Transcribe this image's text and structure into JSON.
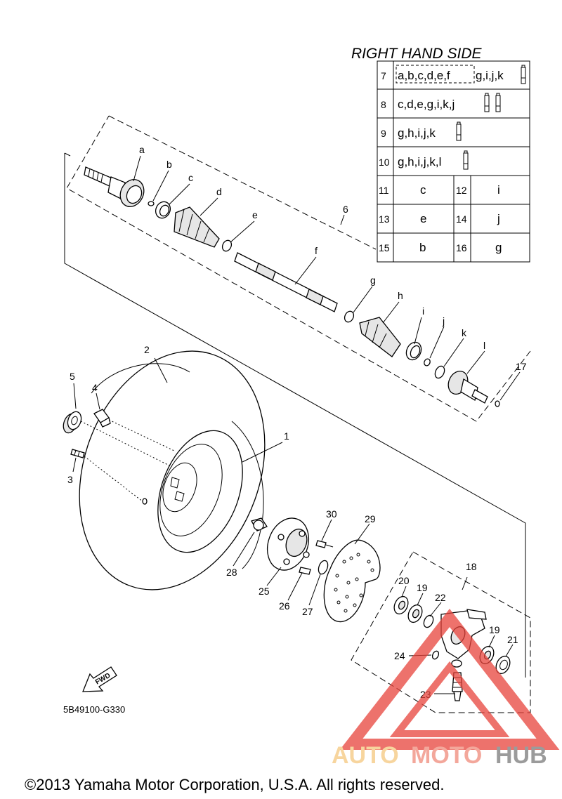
{
  "header": {
    "title": "RIGHT HAND SIDE"
  },
  "table": {
    "kit_rows": [
      {
        "num": "7",
        "parts_boxed": "a,b,c,d,e,f",
        "parts": "g,i,j,k",
        "tubes": 1
      },
      {
        "num": "8",
        "parts_boxed": "",
        "parts": "c,d,e,g,i,k,j",
        "tubes": 2
      },
      {
        "num": "9",
        "parts_boxed": "",
        "parts": "g,h,i,j,k",
        "tubes": 1
      },
      {
        "num": "10",
        "parts_boxed": "",
        "parts": "g,h,i,j,k,l",
        "tubes": 1
      }
    ],
    "pair_rows": [
      [
        {
          "num": "11",
          "part": "c"
        },
        {
          "num": "12",
          "part": "i"
        }
      ],
      [
        {
          "num": "13",
          "part": "e"
        },
        {
          "num": "14",
          "part": "j"
        }
      ],
      [
        {
          "num": "15",
          "part": "b"
        },
        {
          "num": "16",
          "part": "g"
        }
      ]
    ]
  },
  "shaft_letters": [
    "a",
    "b",
    "c",
    "d",
    "e",
    "f",
    "g",
    "h",
    "i",
    "j",
    "k",
    "l"
  ],
  "callouts": {
    "c1": "1",
    "c2": "2",
    "c3": "3",
    "c4": "4",
    "c5": "5",
    "c6": "6",
    "c17": "17",
    "c18": "18",
    "c19a": "19",
    "c19b": "19",
    "c20": "20",
    "c21": "21",
    "c22": "22",
    "c23": "23",
    "c24": "24",
    "c25": "25",
    "c26": "26",
    "c27": "27",
    "c28": "28",
    "c29": "29",
    "c30": "30"
  },
  "fwd_label": "FWD",
  "diagram_code": "5B49100-G330",
  "watermark": {
    "part1": "AUTO",
    "part2": "MOTO",
    "part3": "HUB",
    "color1": "#f5c77e",
    "color2": "#f08a7a",
    "color3": "#7a7a7a",
    "triangle_color": "#e8433b"
  },
  "copyright": "©2013 Yamaha Motor Corporation, U.S.A. All rights reserved."
}
